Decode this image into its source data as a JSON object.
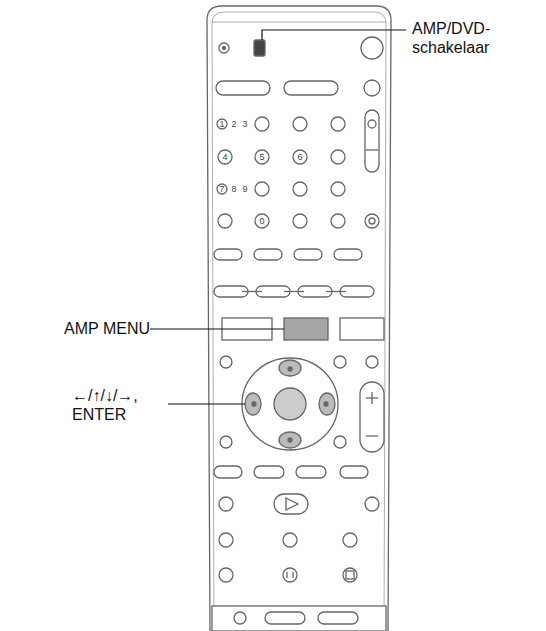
{
  "diagram": {
    "labels": [
      "AMP/DVD- schakelaar",
      "AMP MENU",
      "←/↑/↓/→, ENTER",
      "1",
      "2",
      "3",
      "4",
      "5",
      "6",
      "7",
      "8",
      "9",
      "0"
    ]
  }
}
